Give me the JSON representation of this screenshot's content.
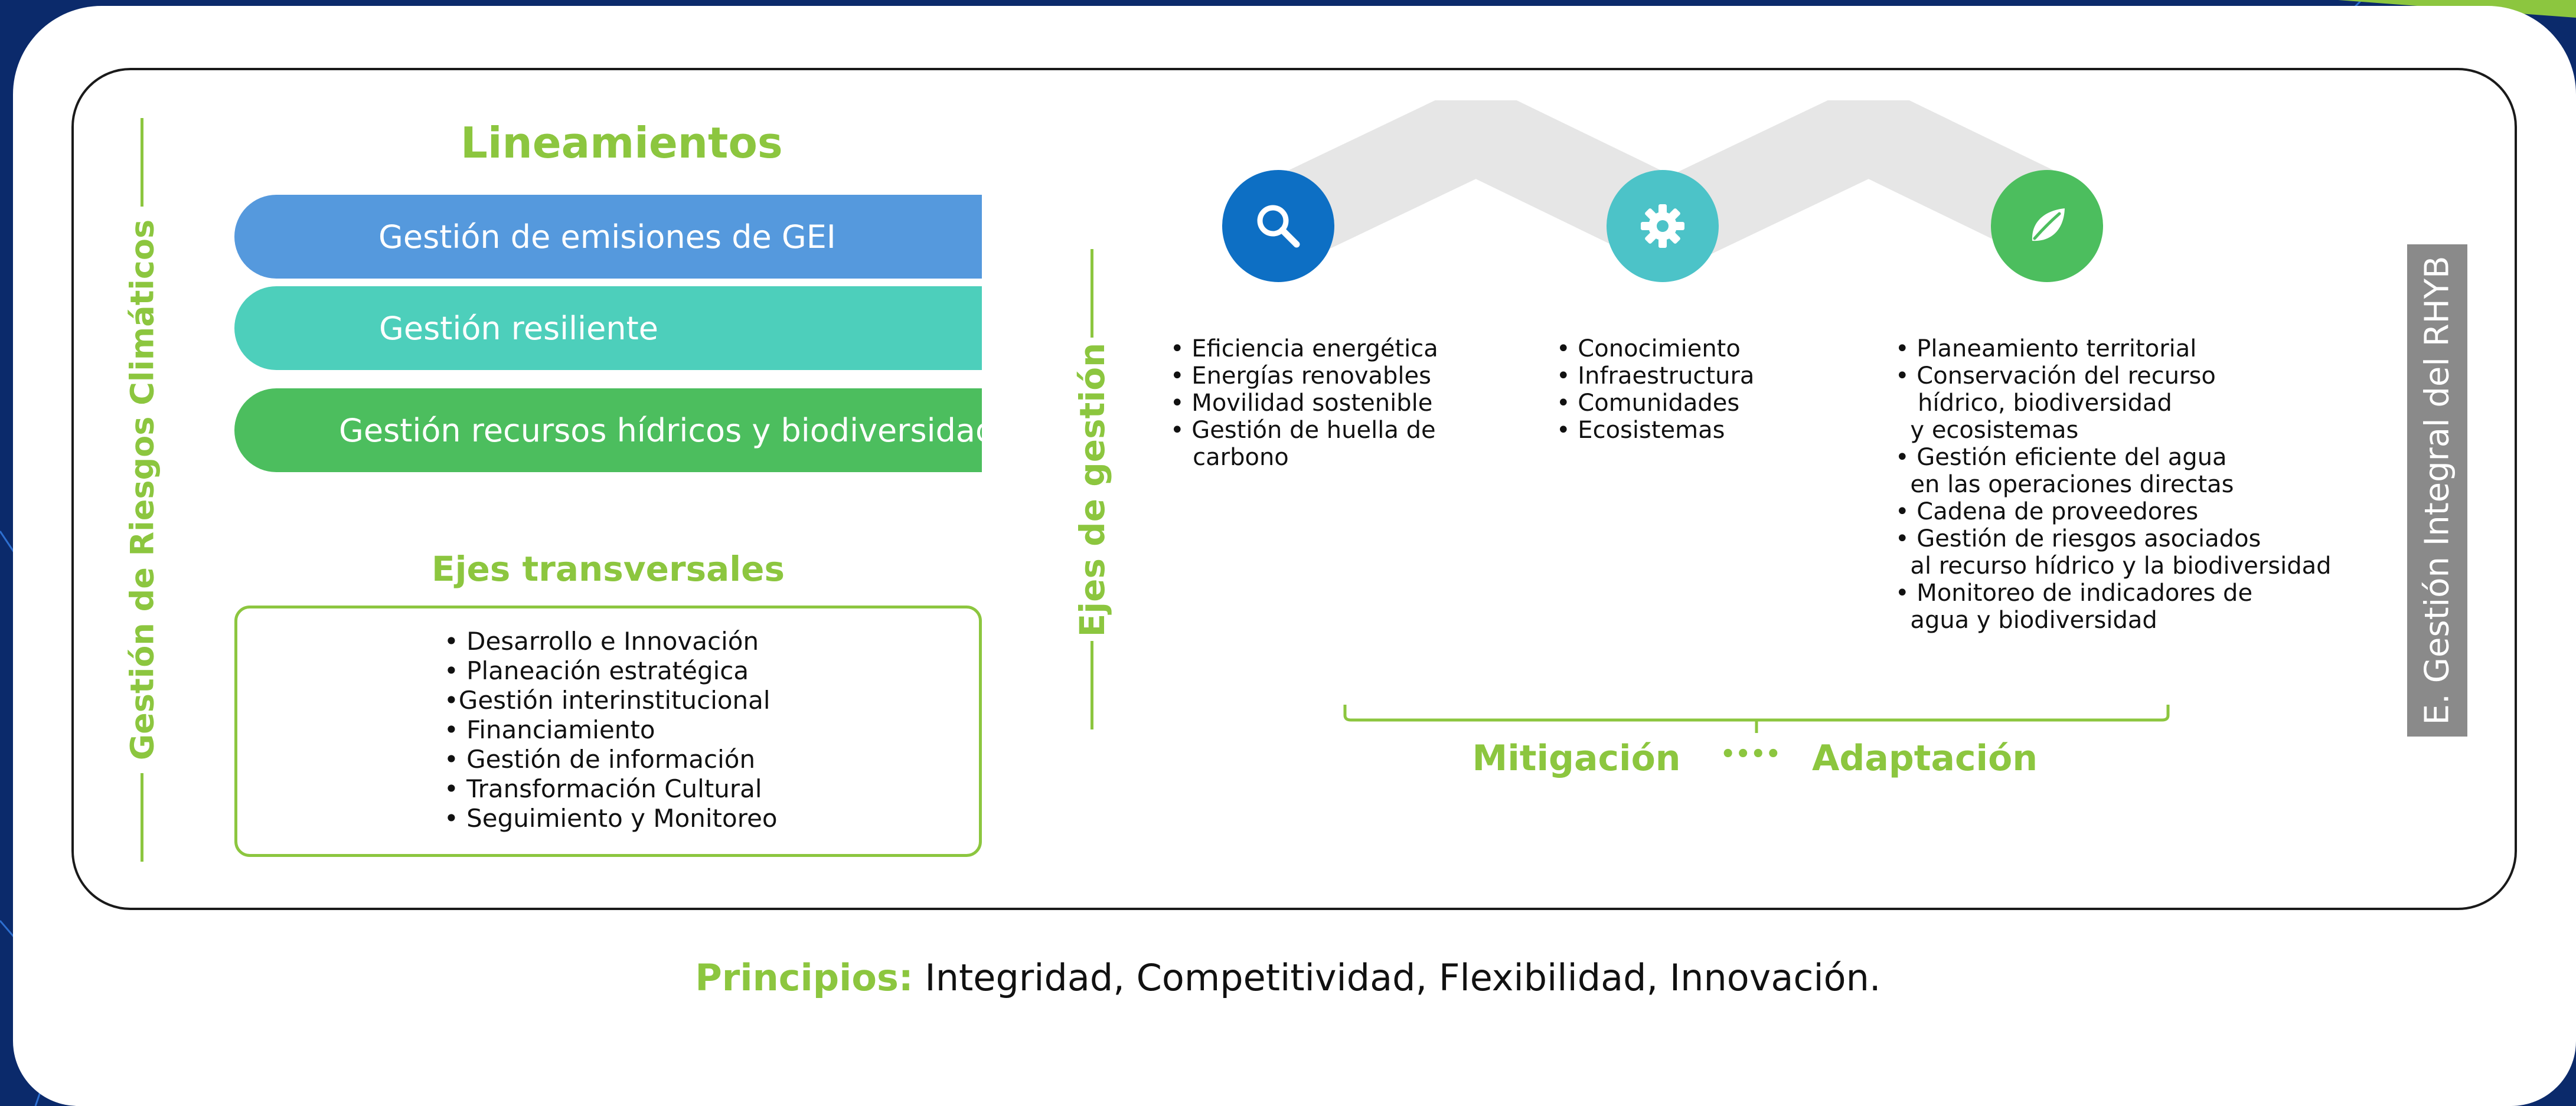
{
  "left_axis_title": "Gestión de Riesgos Climáticos",
  "lineamientos": {
    "title": "Lineamientos",
    "items": [
      {
        "label": "Gestión de emisiones de GEI",
        "color": "#5599dd"
      },
      {
        "label": "Gestión resiliente",
        "color": "#4dcfbb"
      },
      {
        "label": "Gestión  recursos hídricos y biodiversidad",
        "color": "#4cbe5e"
      }
    ]
  },
  "ejes_transversales": {
    "title": "Ejes transversales",
    "items": [
      "• Desarrollo e Innovación",
      "• Planeación estratégica",
      "•Gestión interinstitucional",
      "• Financiamiento",
      "• Gestión de información",
      "• Transformación Cultural",
      "• Seguimiento y Monitoreo"
    ]
  },
  "ejes_gestion_title": "Ejes de gestión",
  "ejes_gestion": [
    {
      "icon": "search-icon",
      "color": "#0d6fc4",
      "items": [
        "• Eficiencia energética",
        "• Energías renovables",
        "• Movilidad sostenible",
        "• Gestión de huella de",
        "   carbono"
      ]
    },
    {
      "icon": "gear-icon",
      "color": "#4cc3c8",
      "items": [
        "• Conocimiento",
        "• Infraestructura",
        "• Comunidades",
        "• Ecosistemas"
      ]
    },
    {
      "icon": "leaf-icon",
      "color": "#4cbe5e",
      "items": [
        "• Planeamiento territorial",
        "• Conservación del recurso",
        "   hídrico, biodiversidad",
        "  y ecosistemas",
        "• Gestión eficiente del agua",
        "  en las operaciones directas",
        "• Cadena de proveedores",
        "• Gestión de riesgos asociados",
        "  al recurso hídrico y la biodiversidad",
        "• Monitoreo de indicadores de",
        "  agua y biodiversidad"
      ]
    }
  ],
  "mitigacion_label": "Mitigación",
  "connector_dots": "••••",
  "adaptacion_label": "Adaptación",
  "right_band_label": "E. Gestión Integral del RHYB",
  "footer": {
    "label": "Principios:",
    "text": " Integridad, Competitividad, Flexibilidad, Innovación."
  },
  "colors": {
    "accent_green": "#8cc63f",
    "background": "#0b2a6b"
  }
}
